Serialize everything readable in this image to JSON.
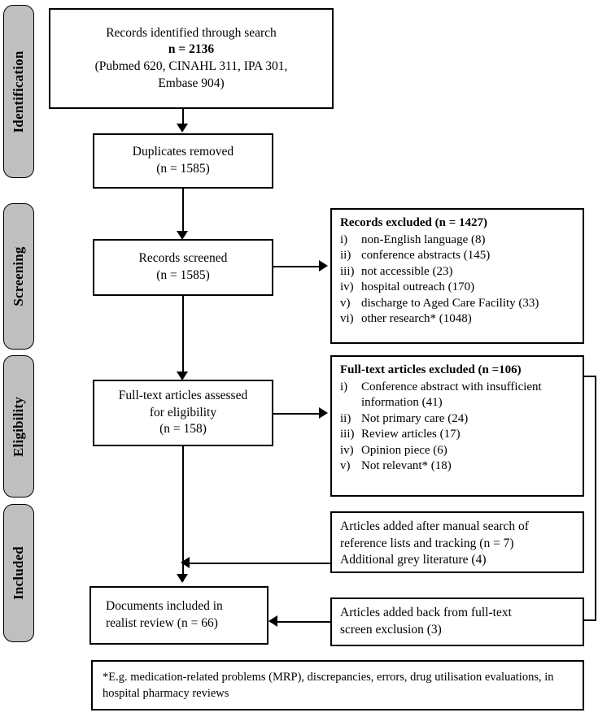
{
  "stages": [
    {
      "label": "Identification"
    },
    {
      "label": "Screening"
    },
    {
      "label": "Eligibility"
    },
    {
      "label": "Included"
    }
  ],
  "boxes": {
    "identified": {
      "line1": "Records identified through search",
      "line2": "n = 2136",
      "line3": "(Pubmed 620, CINAHL 311, IPA 301,",
      "line4": "Embase 904)"
    },
    "duplicates": {
      "line1": "Duplicates removed",
      "line2": "(n = 1585)"
    },
    "screened": {
      "line1": "Records screened",
      "line2": "(n = 1585)"
    },
    "fulltext_assessed": {
      "line1": "Full-text articles assessed",
      "line2": "for eligibility",
      "line3": "(n = 158)"
    },
    "records_excluded": {
      "heading": "Records excluded (n = 1427)",
      "items": [
        {
          "num": "i)",
          "text": "non-English language (8)"
        },
        {
          "num": "ii)",
          "text": "conference abstracts (145)"
        },
        {
          "num": "iii)",
          "text": "not accessible (23)"
        },
        {
          "num": "iv)",
          "text": "hospital outreach (170)"
        },
        {
          "num": "v)",
          "text": "discharge to Aged Care Facility (33)"
        },
        {
          "num": "vi)",
          "text": "other research* (1048)"
        }
      ]
    },
    "fulltext_excluded": {
      "heading": "Full-text articles excluded (n =106)",
      "items": [
        {
          "num": "i)",
          "text": "Conference abstract with insufficient information (41)"
        },
        {
          "num": "ii)",
          "text": "Not primary care (24)"
        },
        {
          "num": "iii)",
          "text": "Review articles (17)"
        },
        {
          "num": "iv)",
          "text": "Opinion piece (6)"
        },
        {
          "num": "v)",
          "text": "Not relevant* (18)"
        }
      ]
    },
    "manual_added": {
      "line1": "Articles added after manual search of",
      "line2": "reference lists and tracking (n = 7)",
      "line3": "Additional grey literature (4)"
    },
    "added_back": {
      "line1": "Articles added back from full-text",
      "line2": "screen exclusion (3)"
    },
    "included": {
      "line1": "Documents included in",
      "line2": "realist review (n = 66)"
    }
  },
  "footnote": {
    "line1": "*E.g. medication-related problems (MRP), discrepancies, errors, drug utilisation",
    "line2": "evaluations, in hospital pharmacy reviews"
  },
  "colors": {
    "stage_bar_fill": "#bfbfbf",
    "stroke": "#000000",
    "background": "#ffffff"
  }
}
